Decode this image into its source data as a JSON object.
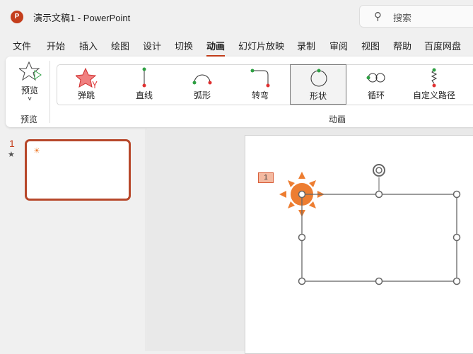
{
  "app": {
    "title": "演示文稿1  -  PowerPoint",
    "search_placeholder": "搜索"
  },
  "tabs": [
    {
      "label": "文件"
    },
    {
      "label": "开始"
    },
    {
      "label": "插入"
    },
    {
      "label": "绘图"
    },
    {
      "label": "设计"
    },
    {
      "label": "切换"
    },
    {
      "label": "动画",
      "active": true
    },
    {
      "label": "幻灯片放映"
    },
    {
      "label": "录制"
    },
    {
      "label": "审阅"
    },
    {
      "label": "视图"
    },
    {
      "label": "帮助"
    },
    {
      "label": "百度网盘"
    }
  ],
  "ribbon": {
    "preview": {
      "label": "预览",
      "group": "预览",
      "chevron": "˅"
    },
    "gallery": {
      "group": "动画",
      "items": [
        {
          "label": "弹跳"
        },
        {
          "label": "直线"
        },
        {
          "label": "弧形"
        },
        {
          "label": "转弯"
        },
        {
          "label": "形状",
          "selected": true
        },
        {
          "label": "循环"
        },
        {
          "label": "自定义路径"
        }
      ]
    }
  },
  "slides": [
    {
      "number": "1",
      "has_animation": true
    }
  ],
  "canvas": {
    "animation_tag": "1"
  },
  "colors": {
    "accent": "#c43e1c",
    "sun": "#ed7d31",
    "green": "#2ea043",
    "red": "#e03030"
  }
}
